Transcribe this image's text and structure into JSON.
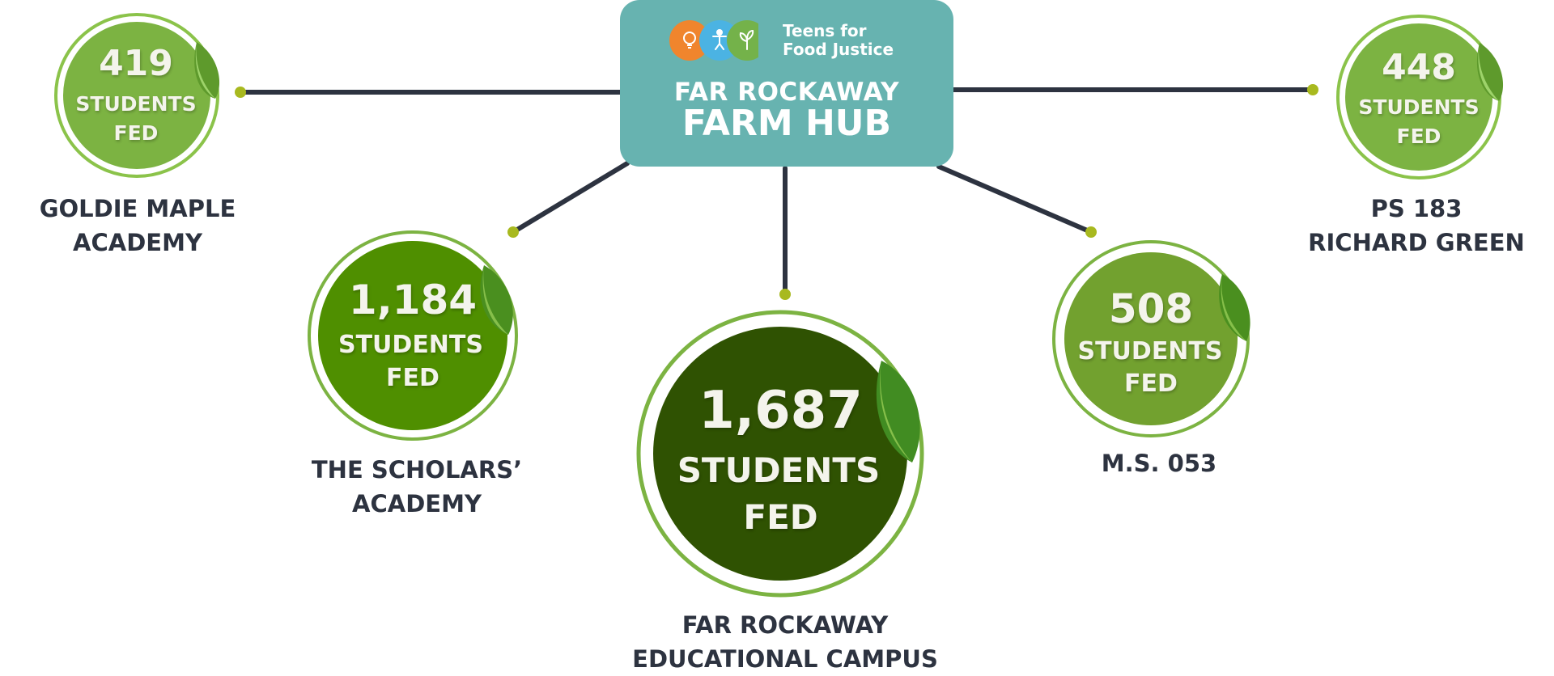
{
  "brand": {
    "name_line1": "Teens for",
    "name_line2": "Food Justice"
  },
  "hub": {
    "line1": "FAR ROCKAWAY",
    "line2": "FARM HUB"
  },
  "colors": {
    "hub": "#67b3b0",
    "connector": "#2d3340",
    "dot": "#a8b91f",
    "text": "#2d3340"
  },
  "nodes": [
    {
      "id": "goldie-maple",
      "count": "419",
      "label1": "STUDENTS",
      "label2": "FED",
      "school1": "GOLDIE MAPLE",
      "school2": "ACADEMY",
      "fill": "#7cb342"
    },
    {
      "id": "scholars",
      "count": "1,184",
      "label1": "STUDENTS",
      "label2": "FED",
      "school1": "THE SCHOLARS’",
      "school2": "ACADEMY",
      "fill": "#4f8f00"
    },
    {
      "id": "campus",
      "count": "1,687",
      "label1": "STUDENTS",
      "label2": "FED",
      "school1": "FAR ROCKAWAY",
      "school2": "EDUCATIONAL CAMPUS",
      "fill": "#2f5202"
    },
    {
      "id": "ms053",
      "count": "508",
      "label1": "STUDENTS",
      "label2": "FED",
      "school1": "M.S. 053",
      "school2": "",
      "fill": "#72a12f"
    },
    {
      "id": "ps183",
      "count": "448",
      "label1": "STUDENTS",
      "label2": "FED",
      "school1": "PS 183",
      "school2": "RICHARD GREEN",
      "fill": "#7cb342"
    }
  ]
}
